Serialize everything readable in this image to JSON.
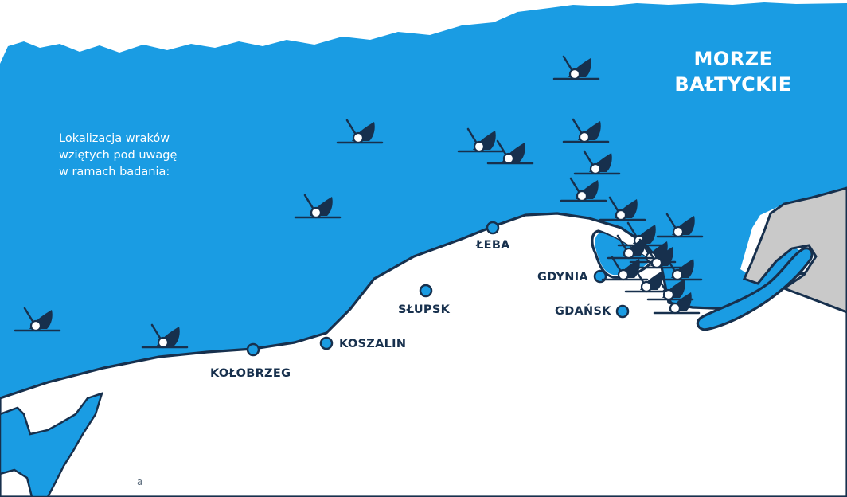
{
  "map": {
    "sea_name_line1": "MORZE",
    "sea_name_line2": "BAŁTYCKIE",
    "legend_lines": [
      "Lokalizacja wraków",
      "wziętych pod uwagę",
      "w ramach badania:"
    ],
    "cities": [
      {
        "name": "ŁEBA"
      },
      {
        "name": "GDYNIA"
      },
      {
        "name": "GDAŃSK"
      },
      {
        "name": "SŁUPSK"
      },
      {
        "name": "KOSZALIN"
      },
      {
        "name": "KOŁOBRZEG"
      }
    ],
    "stray_glyph": "a",
    "colors": {
      "sea": "#1a9ce3",
      "land": "#ffffff",
      "coastline": "#17304d",
      "foreign_land": "#c9c9c9",
      "city_marker": "#1a9ce3",
      "wreck_icon": "#17304d",
      "label_text": "#17304d",
      "sea_text": "#ffffff"
    },
    "wreck_icon_name": "shipwreck-icon",
    "wreck_count": 21
  }
}
